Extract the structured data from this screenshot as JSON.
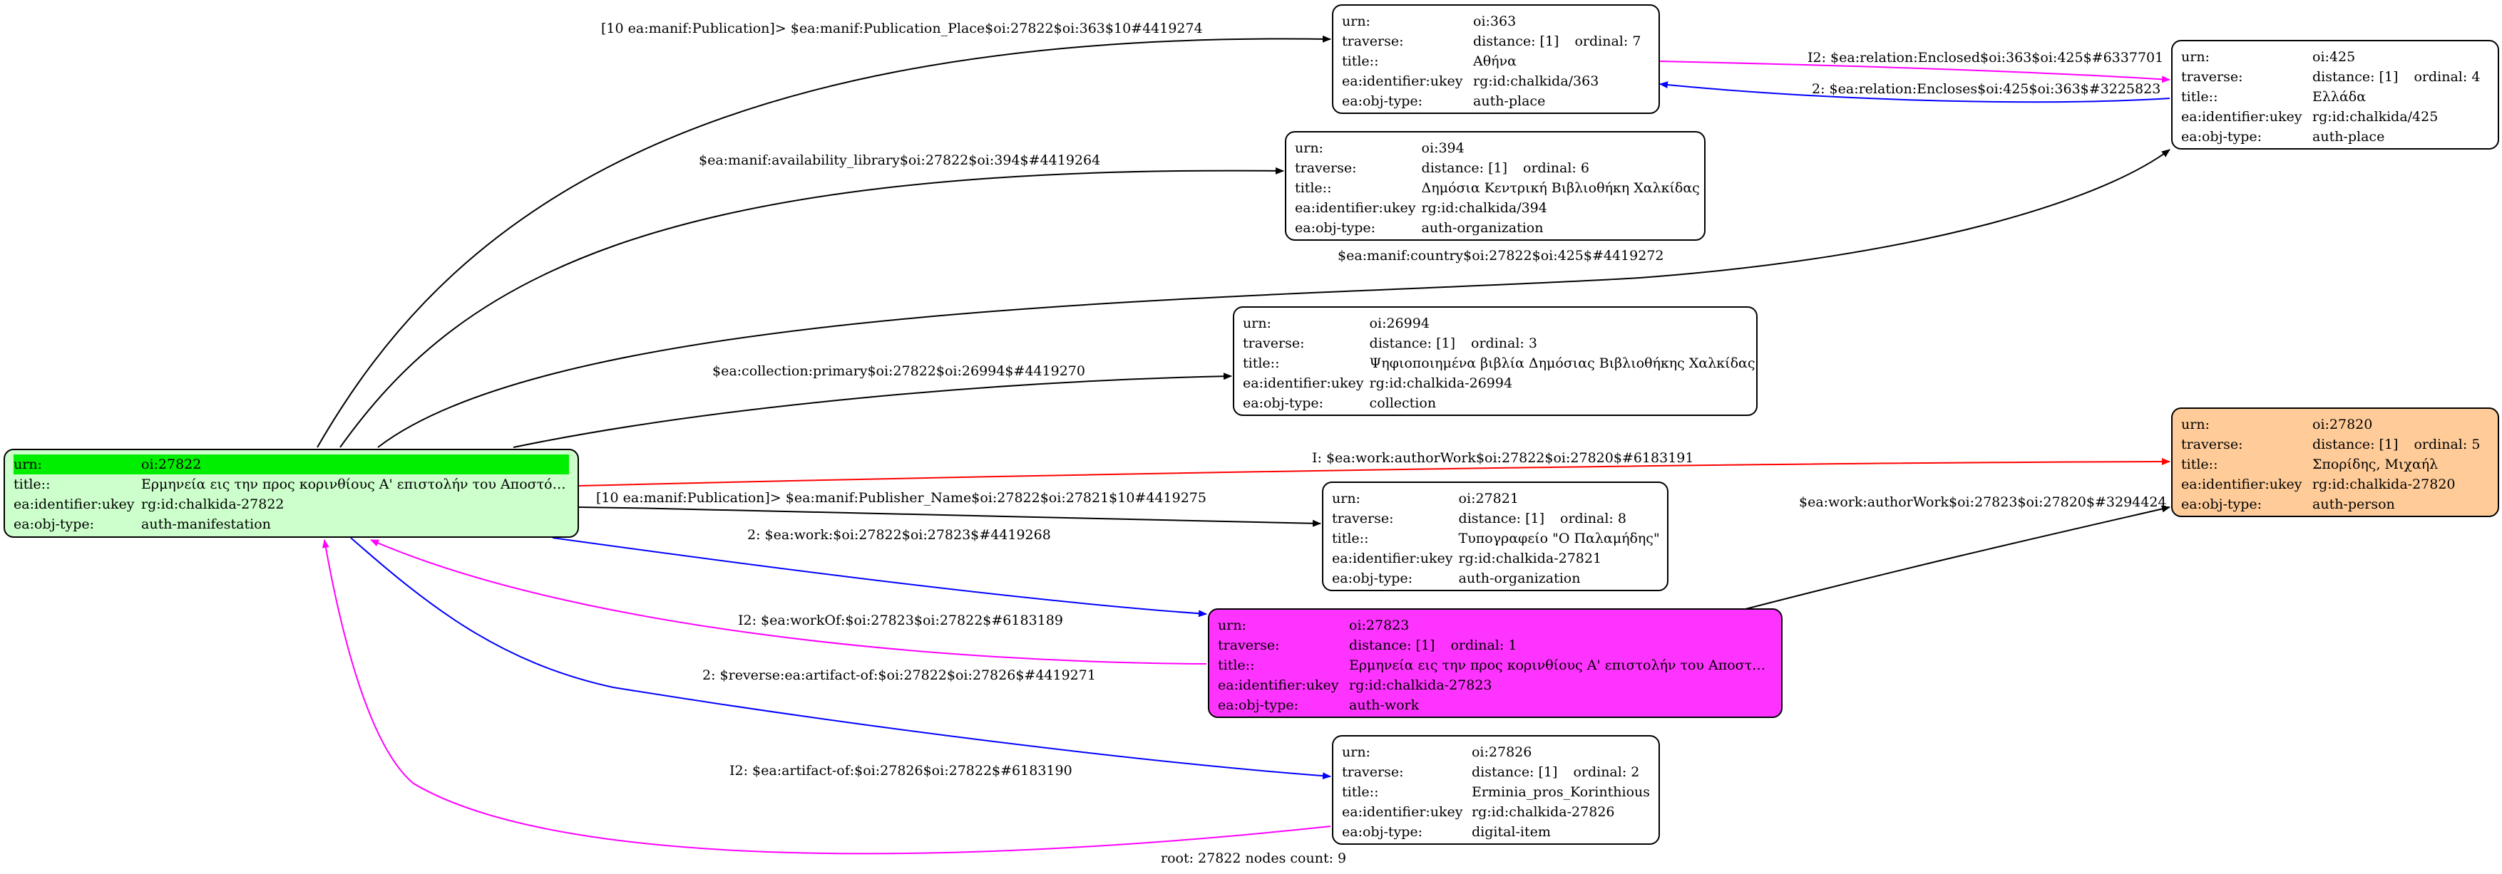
{
  "labels": {
    "urn": "urn:",
    "traverse": "traverse:",
    "title": "title::",
    "ukey": "ea:identifier:ukey",
    "objtype": "ea:obj-type:",
    "distance_prefix": "distance:",
    "ordinal_prefix": "ordinal:"
  },
  "colors": {
    "root_fill": "#ccffcc",
    "root_highlight": "#00ee00",
    "person_fill": "#ffcc99",
    "work_fill": "#ff33ff",
    "default_fill": "#ffffff",
    "edge_black": "#000000",
    "edge_blue": "#0000ff",
    "edge_magenta": "#ff00ff",
    "edge_red": "#ff0000"
  },
  "nodes": {
    "n27822": {
      "urn": "oi:27822",
      "title": "Ερμηνεία εις την προς κορινθίους Α' επιστολήν του Αποστόλο...",
      "ukey": "rg:id:chalkida-27822",
      "objtype": "auth-manifestation"
    },
    "n363": {
      "urn": "oi:363",
      "distance": "[1]",
      "ordinal": "7",
      "title": "Αθήνα",
      "ukey": "rg:id:chalkida/363",
      "objtype": "auth-place"
    },
    "n394": {
      "urn": "oi:394",
      "distance": "[1]",
      "ordinal": "6",
      "title": "Δημόσια Κεντρική Βιβλιοθήκη Χαλκίδας",
      "ukey": "rg:id:chalkida/394",
      "objtype": "auth-organization"
    },
    "n425": {
      "urn": "oi:425",
      "distance": "[1]",
      "ordinal": "4",
      "title": "Ελλάδα",
      "ukey": "rg:id:chalkida/425",
      "objtype": "auth-place"
    },
    "n26994": {
      "urn": "oi:26994",
      "distance": "[1]",
      "ordinal": "3",
      "title": "Ψηφιοποιημένα βιβλία Δημόσιας Βιβλιοθήκης Χαλκίδας",
      "ukey": "rg:id:chalkida-26994",
      "objtype": "collection"
    },
    "n27820": {
      "urn": "oi:27820",
      "distance": "[1]",
      "ordinal": "5",
      "title": "Σπορίδης, Μιχαήλ",
      "ukey": "rg:id:chalkida-27820",
      "objtype": "auth-person"
    },
    "n27821": {
      "urn": "oi:27821",
      "distance": "[1]",
      "ordinal": "8",
      "title": "Τυπογραφείο \"Ο Παλαμήδης\"",
      "ukey": "rg:id:chalkida-27821",
      "objtype": "auth-organization"
    },
    "n27823": {
      "urn": "oi:27823",
      "distance": "[1]",
      "ordinal": "1",
      "title": "Ερμηνεία εις την προς κορινθίους Α' επιστολήν του Αποστόλο...",
      "ukey": "rg:id:chalkida-27823",
      "objtype": "auth-work"
    },
    "n27826": {
      "urn": "oi:27826",
      "distance": "[1]",
      "ordinal": "2",
      "title": "Erminia_pros_Korinthious",
      "ukey": "rg:id:chalkida-27826",
      "objtype": "digital-item"
    }
  },
  "edges": [
    {
      "label": "[10 ea:manif:Publication]> $ea:manif:Publication_Place$oi:27822$oi:363$10#4419274",
      "color": "edge_black"
    },
    {
      "label": "$ea:manif:availability_library$oi:27822$oi:394$#4419264",
      "color": "edge_black"
    },
    {
      "label": "$ea:manif:country$oi:27822$oi:425$#4419272",
      "color": "edge_black"
    },
    {
      "label": "$ea:collection:primary$oi:27822$oi:26994$#4419270",
      "color": "edge_black"
    },
    {
      "label": "I: $ea:work:authorWork$oi:27822$oi:27820$#6183191",
      "color": "edge_red"
    },
    {
      "label": "[10 ea:manif:Publication]> $ea:manif:Publisher_Name$oi:27822$oi:27821$10#4419275",
      "color": "edge_black"
    },
    {
      "label": "2: $ea:work:$oi:27822$oi:27823$#4419268",
      "color": "edge_blue"
    },
    {
      "label": "I2: $ea:workOf:$oi:27823$oi:27822$#6183189",
      "color": "edge_magenta"
    },
    {
      "label": "2: $reverse:ea:artifact-of:$oi:27822$oi:27826$#4419271",
      "color": "edge_blue"
    },
    {
      "label": "I2: $ea:artifact-of:$oi:27826$oi:27822$#6183190",
      "color": "edge_magenta"
    },
    {
      "label": "$ea:work:authorWork$oi:27823$oi:27820$#3294424",
      "color": "edge_black"
    },
    {
      "label": "I2: $ea:relation:Enclosed$oi:363$oi:425$#6337701",
      "color": "edge_magenta"
    },
    {
      "label": "2: $ea:relation:Encloses$oi:425$oi:363$#3225823",
      "color": "edge_blue"
    }
  ],
  "footer": "root: 27822 nodes count: 9"
}
